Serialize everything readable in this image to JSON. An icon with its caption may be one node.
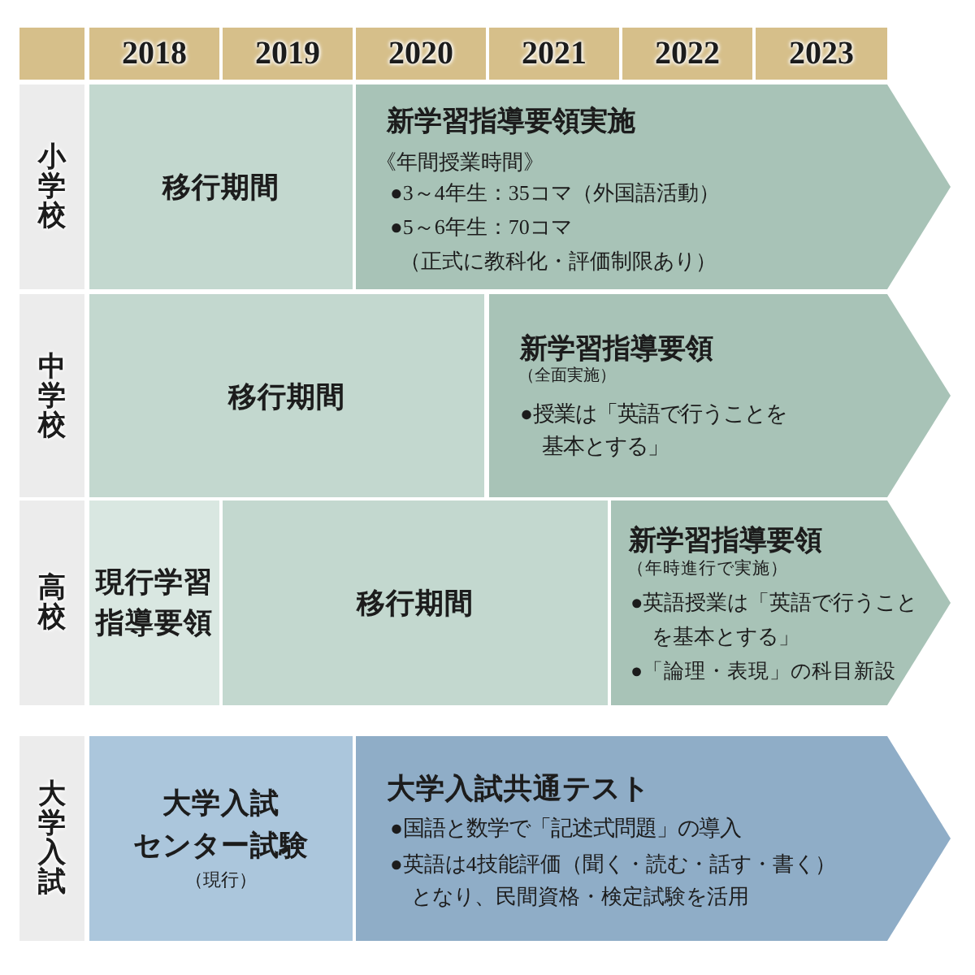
{
  "diagram": {
    "nodes": [
      {
        "text": [],
        "shape": "box"
      },
      {
        "text": [
          "2018"
        ]
      },
      {
        "text": [
          "2019"
        ]
      },
      {
        "text": [
          "2020"
        ]
      },
      {
        "text": [
          "2021"
        ]
      },
      {
        "text": [
          "2022"
        ]
      },
      {
        "text": [
          "2023"
        ]
      },
      {
        "text": [
          "小学校"
        ]
      },
      {
        "text": [
          "移行期間"
        ]
      },
      {
        "text": [
          "新学習指導要領実施",
          "《年間授業時間》",
          "●3～4年生：35コマ（外国語活動）",
          "●5～6年生：70コマ",
          "（正式に教科化・評価制限あり）"
        ]
      },
      {
        "text": [
          "中学校"
        ]
      },
      {
        "text": [
          "移行期間"
        ]
      },
      {
        "text": [
          "新学習指導要領",
          "（全面実施）",
          "●授業は「英語で行うことを基本とする」"
        ]
      },
      {
        "text": [
          "高校"
        ]
      },
      {
        "text": [
          "現行学習指導要領"
        ]
      },
      {
        "text": [
          "移行期間"
        ]
      },
      {
        "text": [
          "新学習指導要領",
          "（年時進行で実施）",
          "●英語授業は「英語で行うことを基本とする」",
          "●「論理・表現」の科目新設"
        ]
      },
      {
        "text": [
          "大学入試"
        ]
      },
      {
        "text": [
          "大学入試",
          "センター試験",
          "（現行）"
        ]
      },
      {
        "text": [
          "大学入試共通テスト",
          "●国語と数学で「記述式問題」の導入",
          "●英語は4技能評価（聞く・読む・話す・書く）となり、民間資格・検定試験を活用"
        ]
      }
    ]
  }
}
